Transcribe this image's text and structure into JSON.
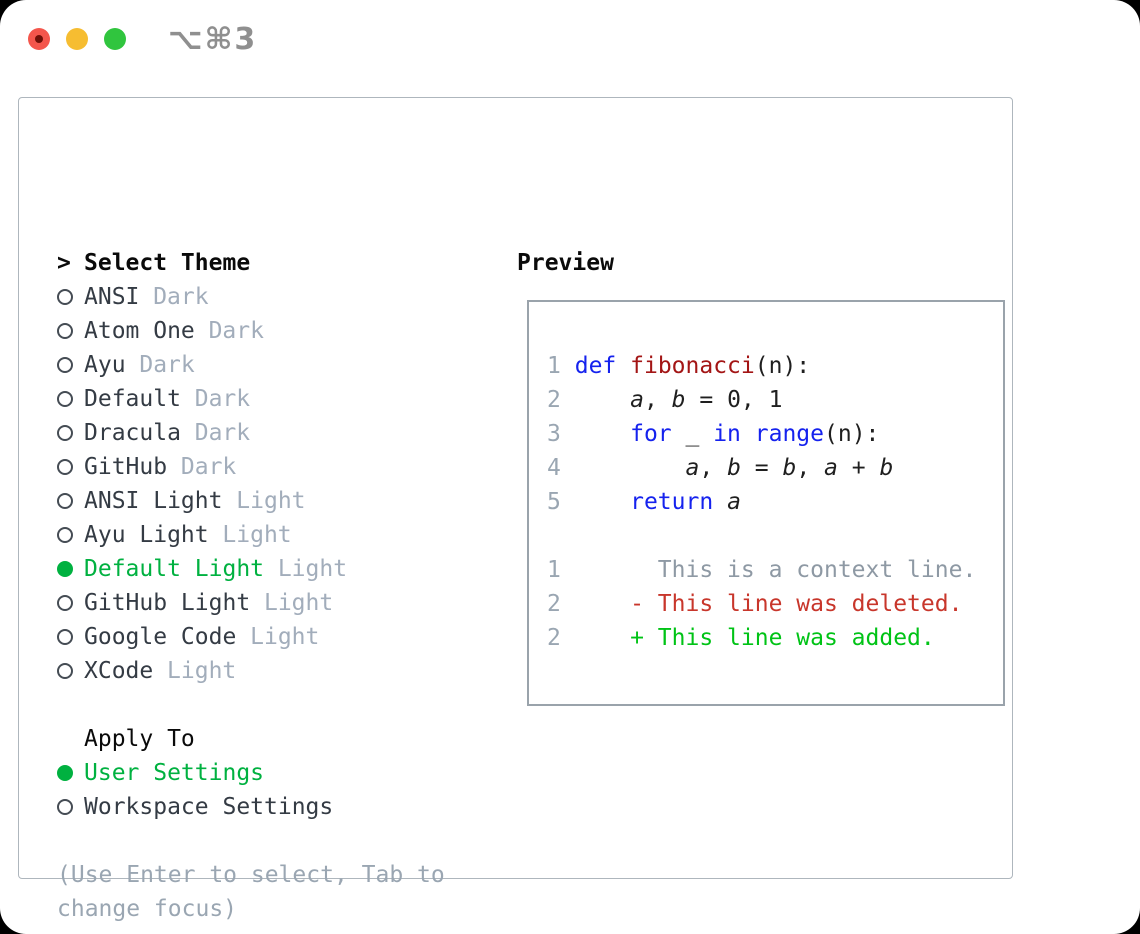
{
  "window": {
    "title": "⌥⌘3",
    "traffic_lights": [
      "close",
      "minimize",
      "zoom"
    ]
  },
  "colors": {
    "accent_green": "#00b140",
    "keyword_blue": "#1522ee",
    "function_red": "#a31515",
    "deleted_red": "#c8362b",
    "added_green": "#00c316",
    "muted_gray": "#9aa6b2",
    "panel_border": "#aeb6bd",
    "traffic_red": "#f4564c",
    "traffic_yellow": "#f6bd31",
    "traffic_green": "#30c53e"
  },
  "panel": {
    "select_theme_prefix": ">",
    "select_theme_header": "Select Theme",
    "themes": [
      {
        "name": "ANSI",
        "variant": "Dark",
        "selected": false
      },
      {
        "name": "Atom One",
        "variant": "Dark",
        "selected": false
      },
      {
        "name": "Ayu",
        "variant": "Dark",
        "selected": false
      },
      {
        "name": "Default",
        "variant": "Dark",
        "selected": false
      },
      {
        "name": "Dracula",
        "variant": "Dark",
        "selected": false
      },
      {
        "name": "GitHub",
        "variant": "Dark",
        "selected": false
      },
      {
        "name": "ANSI Light",
        "variant": "Light",
        "selected": false
      },
      {
        "name": "Ayu Light",
        "variant": "Light",
        "selected": false
      },
      {
        "name": "Default Light",
        "variant": "Light",
        "selected": true
      },
      {
        "name": "GitHub Light",
        "variant": "Light",
        "selected": false
      },
      {
        "name": "Google Code",
        "variant": "Light",
        "selected": false
      },
      {
        "name": "XCode",
        "variant": "Light",
        "selected": false
      }
    ],
    "apply_to": {
      "header": "Apply To",
      "options": [
        {
          "name": "User Settings",
          "selected": true
        },
        {
          "name": "Workspace Settings",
          "selected": false
        }
      ]
    },
    "hint": "(Use Enter to select, Tab to change focus)"
  },
  "preview": {
    "header": "Preview",
    "lines": [
      {
        "num": "1",
        "tokens": [
          {
            "c": "kw",
            "t": "def"
          },
          {
            "c": "pl",
            "t": " "
          },
          {
            "c": "fn",
            "t": "fibonacci"
          },
          {
            "c": "pl",
            "t": "(n):"
          }
        ]
      },
      {
        "num": "2",
        "tokens": [
          {
            "c": "pl",
            "t": "    "
          },
          {
            "c": "id",
            "t": "a"
          },
          {
            "c": "pl",
            "t": ", "
          },
          {
            "c": "id",
            "t": "b"
          },
          {
            "c": "pl",
            "t": " = 0, 1"
          }
        ]
      },
      {
        "num": "3",
        "tokens": [
          {
            "c": "pl",
            "t": "    "
          },
          {
            "c": "kw",
            "t": "for"
          },
          {
            "c": "pl",
            "t": " _ "
          },
          {
            "c": "kw",
            "t": "in"
          },
          {
            "c": "pl",
            "t": " "
          },
          {
            "c": "kw",
            "t": "range"
          },
          {
            "c": "pl",
            "t": "(n):"
          }
        ]
      },
      {
        "num": "4",
        "tokens": [
          {
            "c": "pl",
            "t": "        "
          },
          {
            "c": "id",
            "t": "a"
          },
          {
            "c": "pl",
            "t": ", "
          },
          {
            "c": "id",
            "t": "b"
          },
          {
            "c": "pl",
            "t": " = "
          },
          {
            "c": "id",
            "t": "b"
          },
          {
            "c": "pl",
            "t": ", "
          },
          {
            "c": "id",
            "t": "a"
          },
          {
            "c": "pl",
            "t": " + "
          },
          {
            "c": "id",
            "t": "b"
          }
        ]
      },
      {
        "num": "5",
        "tokens": [
          {
            "c": "pl",
            "t": "    "
          },
          {
            "c": "kw",
            "t": "return"
          },
          {
            "c": "pl",
            "t": " "
          },
          {
            "c": "id",
            "t": "a"
          }
        ]
      },
      {
        "num": "",
        "tokens": []
      },
      {
        "num": "1",
        "tokens": [
          {
            "c": "ctx",
            "t": "      This is a context line."
          }
        ]
      },
      {
        "num": "2",
        "tokens": [
          {
            "c": "del",
            "t": "    - This line was deleted."
          }
        ]
      },
      {
        "num": "2",
        "tokens": [
          {
            "c": "add",
            "t": "    + This line was added."
          }
        ]
      }
    ]
  }
}
